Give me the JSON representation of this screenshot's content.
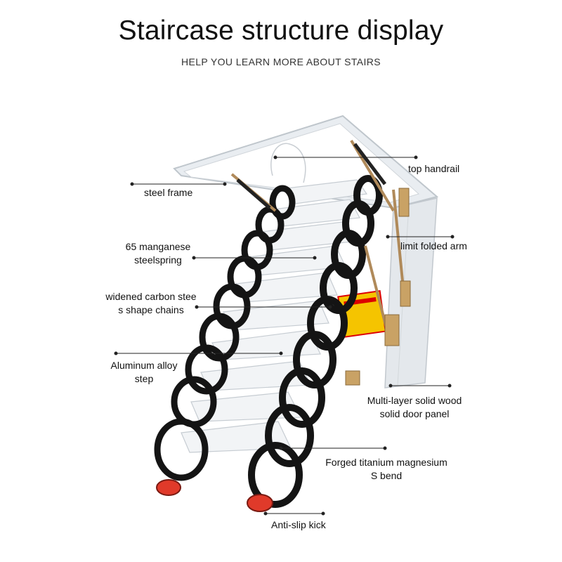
{
  "header": {
    "title": "Staircase structure display",
    "subtitle": "HELP YOU LEARN MORE ABOUT STAIRS"
  },
  "labels": {
    "steel_frame": "steel frame",
    "manganese_line1": "65 manganese",
    "manganese_line2": "steelspring",
    "chains_line1": "widened carbon stee",
    "chains_line2": "s shape chains",
    "step_line1": "Aluminum alloy",
    "step_line2": "step",
    "top_handrail": "top handrail",
    "limit_arm": "limit folded arm",
    "panel_line1": "Multi-layer solid wood",
    "panel_line2": "solid door panel",
    "sbend_line1": "Forged titanium magnesium",
    "sbend_line2": "S bend",
    "anti_slip": "Anti-slip kick"
  },
  "colors": {
    "frame": "#e9edf1",
    "panel": "#e4e8ec",
    "step": "#f2f4f6",
    "chain": "#141414",
    "arm": "#b08a5a",
    "foot": "#e03a2a",
    "warning": "#f5c400"
  }
}
